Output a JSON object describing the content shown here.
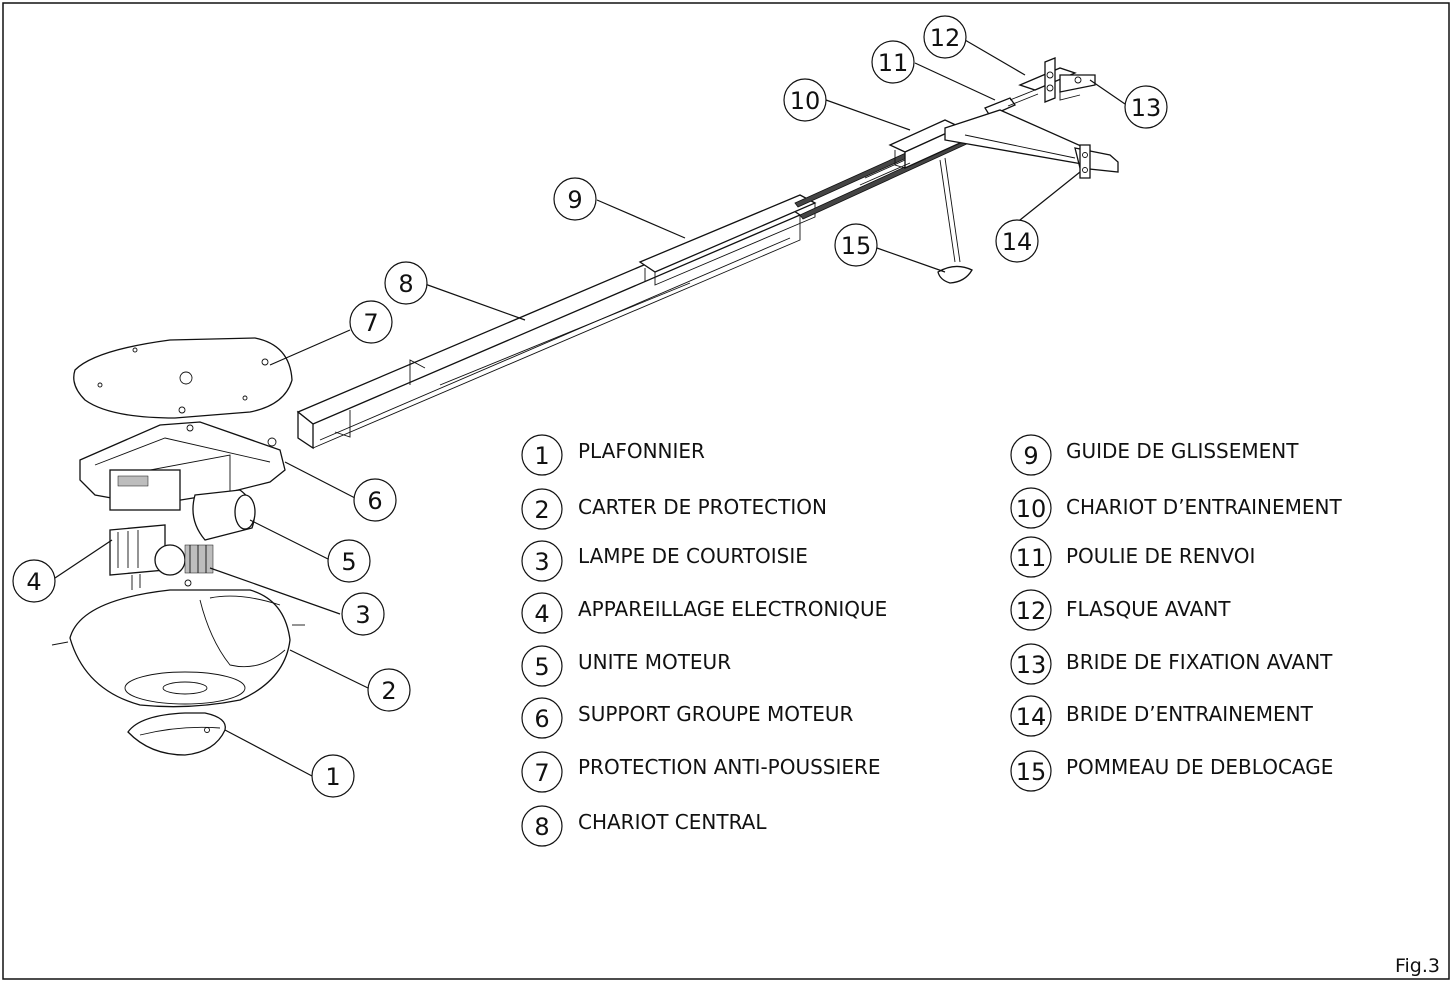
{
  "figure_label": "Fig.3",
  "legend": [
    {
      "num": "1",
      "label": "PLAFONNIER"
    },
    {
      "num": "2",
      "label": "CARTER DE PROTECTION"
    },
    {
      "num": "3",
      "label": "LAMPE DE COURTOISIE"
    },
    {
      "num": "4",
      "label": "APPAREILLAGE ELECTRONIQUE"
    },
    {
      "num": "5",
      "label": "UNITE MOTEUR"
    },
    {
      "num": "6",
      "label": "SUPPORT GROUPE MOTEUR"
    },
    {
      "num": "7",
      "label": "PROTECTION ANTI-POUSSIERE"
    },
    {
      "num": "8",
      "label": "CHARIOT CENTRAL"
    },
    {
      "num": "9",
      "label": "GUIDE DE GLISSEMENT"
    },
    {
      "num": "10",
      "label": "CHARIOT D’ENTRAINEMENT"
    },
    {
      "num": "11",
      "label": "POULIE DE RENVOI"
    },
    {
      "num": "12",
      "label": "FLASQUE AVANT"
    },
    {
      "num": "13",
      "label": "BRIDE DE FIXATION AVANT"
    },
    {
      "num": "14",
      "label": "BRIDE D’ENTRAINEMENT"
    },
    {
      "num": "15",
      "label": "POMMEAU DE DEBLOCAGE"
    }
  ]
}
